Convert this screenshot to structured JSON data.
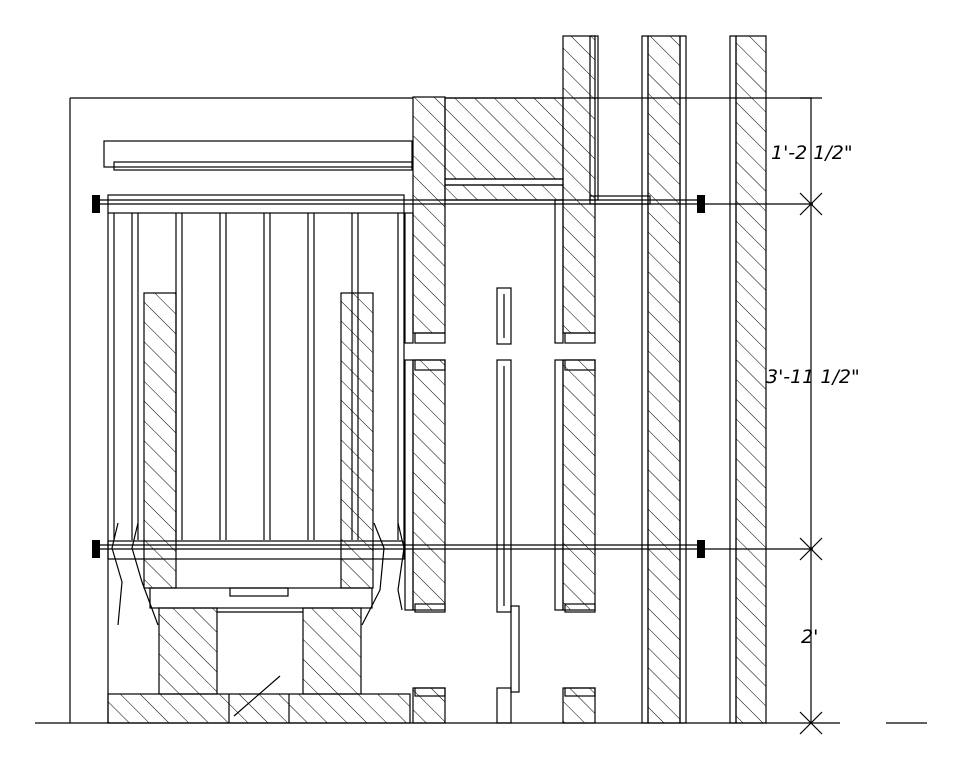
{
  "drawing": {
    "line_color": "#000000",
    "background": "#ffffff"
  },
  "dimensions": {
    "top": "1'-2 1/2\"",
    "middle": "3'-11 1/2\"",
    "bottom": "2'"
  }
}
